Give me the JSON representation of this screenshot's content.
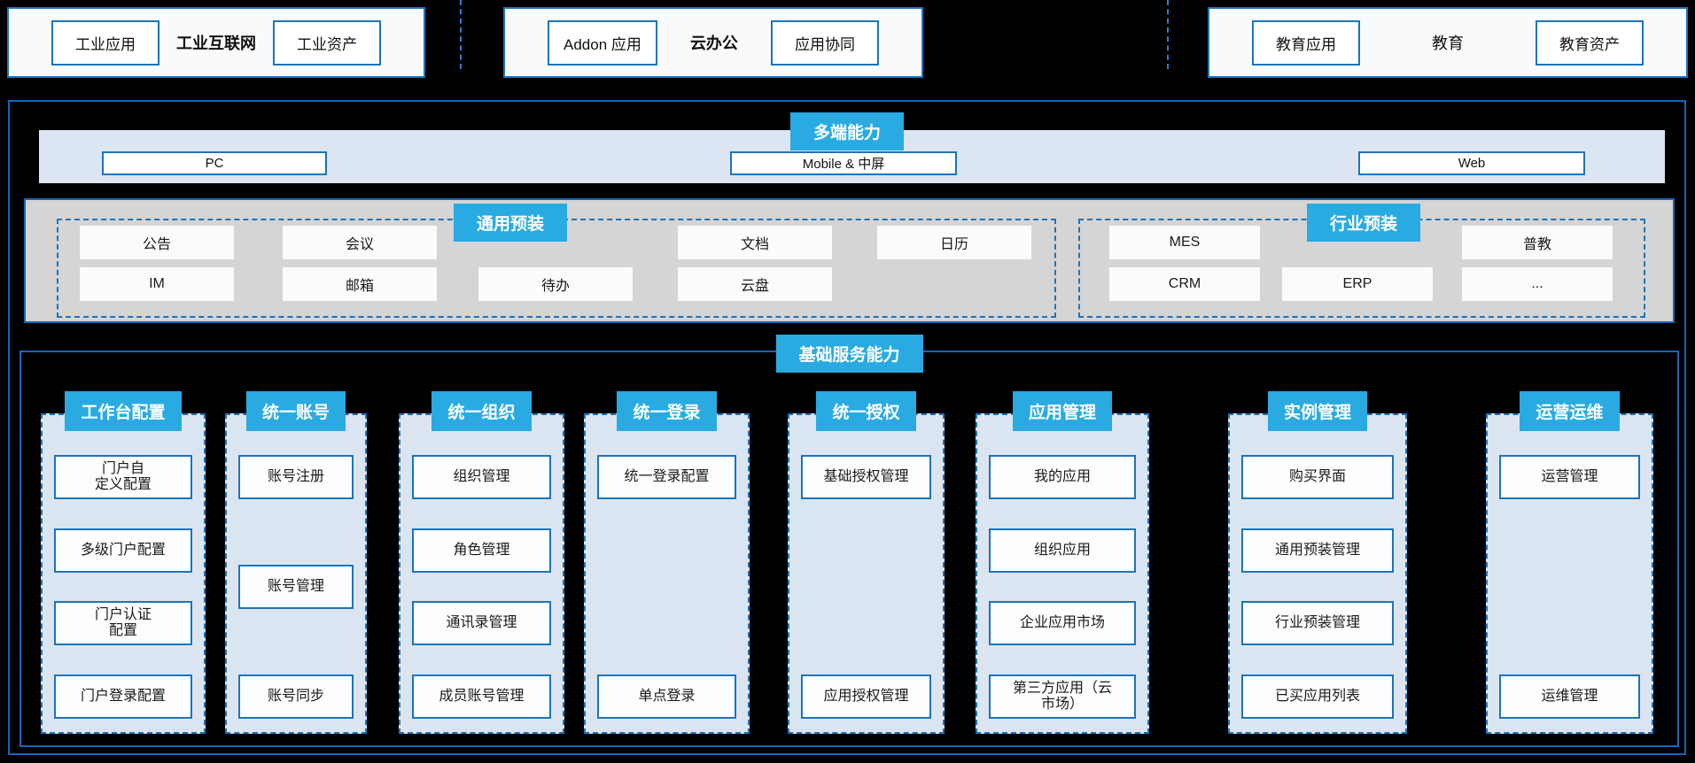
{
  "colors": {
    "accent_blue": "#1b74bc",
    "label_cyan": "#29abe2",
    "panel_light_blue": "#dbe5f1",
    "band_light_blue": "#dce6f2",
    "strip_gray": "#d5d5d5",
    "background": "#000000"
  },
  "top_groups": [
    {
      "left_button": "工业应用",
      "title": "工业互联网",
      "right_button": "工业资产"
    },
    {
      "left_button": "Addon 应用",
      "title": "云办公",
      "right_button": "应用协同"
    },
    {
      "left_button": "教育应用",
      "title": "教育",
      "right_button": "教育资产"
    }
  ],
  "multi_terminal": {
    "label": "多端能力",
    "terminals": [
      "PC",
      "Mobile & 中屏",
      "Web"
    ]
  },
  "preinstall": {
    "generic": {
      "label": "通用预装",
      "items": [
        {
          "label": "公告",
          "col": 0,
          "row": 0
        },
        {
          "label": "会议",
          "col": 1,
          "row": 0
        },
        {
          "label": "文档",
          "col": 3,
          "row": 0
        },
        {
          "label": "日历",
          "col": 4,
          "row": 0
        },
        {
          "label": "IM",
          "col": 0,
          "row": 1
        },
        {
          "label": "邮箱",
          "col": 1,
          "row": 1
        },
        {
          "label": "待办",
          "col": 2,
          "row": 1
        },
        {
          "label": "云盘",
          "col": 3,
          "row": 1
        }
      ]
    },
    "industry": {
      "label": "行业预装",
      "items": [
        {
          "label": "MES",
          "col": 0,
          "row": 0
        },
        {
          "label": "普教",
          "col": 2,
          "row": 0
        },
        {
          "label": "CRM",
          "col": 0,
          "row": 1
        },
        {
          "label": "ERP",
          "col": 1,
          "row": 1
        },
        {
          "label": "...",
          "col": 2,
          "row": 1
        }
      ]
    }
  },
  "base_services": {
    "label": "基础服务能力",
    "columns": [
      {
        "header": "工作台配置",
        "items": [
          {
            "label": "门户自\n定义配置",
            "slot": 0
          },
          {
            "label": "多级门户配置",
            "slot": 1
          },
          {
            "label": "门户认证\n配置",
            "slot": 2
          },
          {
            "label": "门户登录配置",
            "slot": 3
          }
        ]
      },
      {
        "header": "统一账号",
        "items": [
          {
            "label": "账号注册",
            "slot": 0
          },
          {
            "label": "账号管理",
            "slot": 1.5
          },
          {
            "label": "账号同步",
            "slot": 3
          }
        ]
      },
      {
        "header": "统一组织",
        "items": [
          {
            "label": "组织管理",
            "slot": 0
          },
          {
            "label": "角色管理",
            "slot": 1
          },
          {
            "label": "通讯录管理",
            "slot": 2
          },
          {
            "label": "成员账号管理",
            "slot": 3
          }
        ]
      },
      {
        "header": "统一登录",
        "items": [
          {
            "label": "统一登录配置",
            "slot": 0
          },
          {
            "label": "单点登录",
            "slot": 3
          }
        ]
      },
      {
        "header": "统一授权",
        "items": [
          {
            "label": "基础授权管理",
            "slot": 0
          },
          {
            "label": "应用授权管理",
            "slot": 3
          }
        ]
      },
      {
        "header": "应用管理",
        "items": [
          {
            "label": "我的应用",
            "slot": 0
          },
          {
            "label": "组织应用",
            "slot": 1
          },
          {
            "label": "企业应用市场",
            "slot": 2
          },
          {
            "label": "第三方应用（云\n市场）",
            "slot": 3
          }
        ]
      },
      {
        "header": "实例管理",
        "items": [
          {
            "label": "购买界面",
            "slot": 0
          },
          {
            "label": "通用预装管理",
            "slot": 1
          },
          {
            "label": "行业预装管理",
            "slot": 2
          },
          {
            "label": "已买应用列表",
            "slot": 3
          }
        ]
      },
      {
        "header": "运营运维",
        "items": [
          {
            "label": "运营管理",
            "slot": 0
          },
          {
            "label": "运维管理",
            "slot": 3
          }
        ]
      }
    ]
  }
}
